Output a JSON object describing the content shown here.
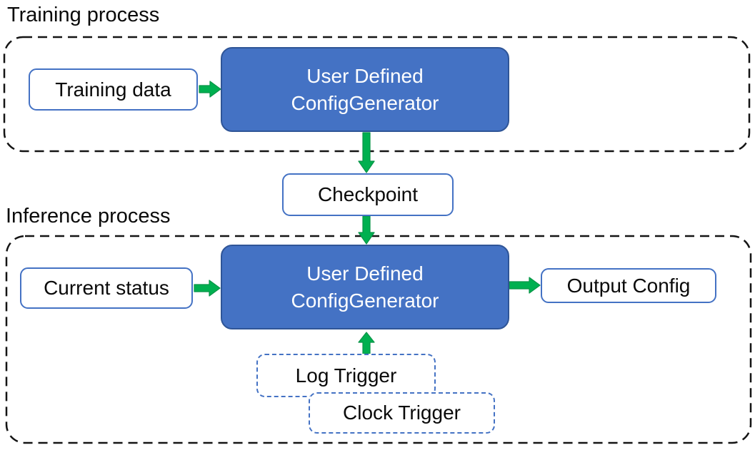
{
  "diagram": {
    "training_section": {
      "title": "Training process"
    },
    "inference_section": {
      "title": "Inference process"
    },
    "nodes": {
      "training_data": {
        "label": "Training data"
      },
      "training_generator": {
        "line1": "User Defined",
        "line2": "ConfigGenerator"
      },
      "checkpoint": {
        "label": "Checkpoint"
      },
      "current_status": {
        "label": "Current status"
      },
      "inference_generator": {
        "line1": "User Defined",
        "line2": "ConfigGenerator"
      },
      "output_config": {
        "label": "Output Config"
      },
      "log_trigger": {
        "label": "Log Trigger"
      },
      "clock_trigger": {
        "label": "Clock Trigger"
      }
    },
    "edges": [
      {
        "from": "training_data",
        "to": "training_generator",
        "direction": "right"
      },
      {
        "from": "training_generator",
        "to": "checkpoint",
        "direction": "down"
      },
      {
        "from": "checkpoint",
        "to": "inference_generator",
        "direction": "down"
      },
      {
        "from": "current_status",
        "to": "inference_generator",
        "direction": "right"
      },
      {
        "from": "inference_generator",
        "to": "output_config",
        "direction": "right"
      },
      {
        "from": "log_trigger",
        "to": "inference_generator",
        "direction": "up"
      }
    ],
    "colors": {
      "generator_fill": "#4472C4",
      "generator_border": "#2F5597",
      "light_box_border": "#4472C4",
      "trigger_dash_border": "#4472C4",
      "arrow_green": "#00B050",
      "container_dash": "#141414",
      "text_dark": "#0a0a0a",
      "text_light": "#ffffff",
      "background": "#ffffff"
    }
  }
}
